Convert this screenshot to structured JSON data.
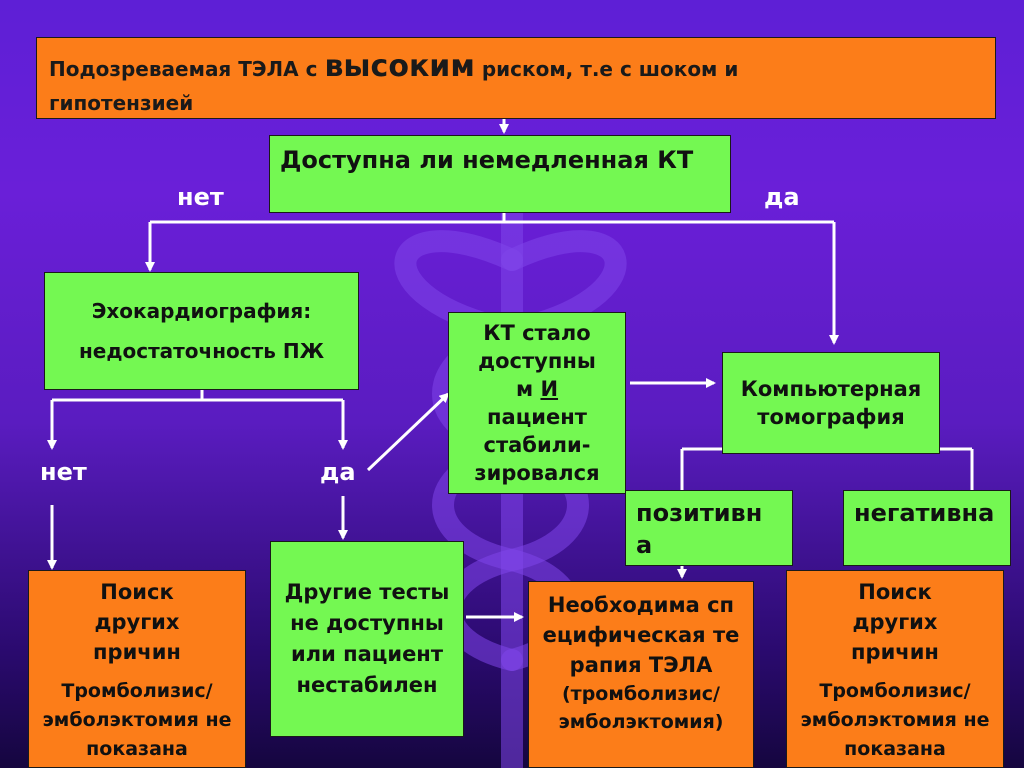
{
  "top_box": {
    "prefix": "Подозреваемая ТЭЛА с ",
    "emph": "высоким",
    "suffix": " риском, т.е с шоком и",
    "line2": "гипотензией"
  },
  "ct_question": "Доступна ли немедленная КТ",
  "labels": {
    "no_top": "нет",
    "yes_top": "да",
    "no_left": "нет",
    "yes_mid": "да"
  },
  "echo_box": {
    "line1": "Эхокардиография:",
    "line2": "недостаточность ПЖ"
  },
  "ct_available_box": {
    "line1": "КТ стало доступны",
    "line2a": "м ",
    "line2b": "И",
    "line3": "пациент стабили-зировался"
  },
  "ct_box": "Компьютерная томография",
  "positive_box": "позитивна",
  "negative_box": "негативна",
  "search_left": {
    "title": "Поиск других причин",
    "note": "Тромболизис/ эмболэктомия не показана"
  },
  "other_tests_box": "Другие тесты не доступны или пациент нестабилен",
  "therapy_box": {
    "title": "Необходима специфическая терапия ТЭЛА",
    "note": "(тромболизис/ эмболэктомия)"
  },
  "search_right": {
    "title": "Поиск других причин",
    "note": "Тромболизис/ эмболэктомия не показана"
  },
  "colors": {
    "orange": "#fc7d19",
    "green": "#74f852",
    "background": "#5e1fd6",
    "connector": "#ffffff"
  }
}
